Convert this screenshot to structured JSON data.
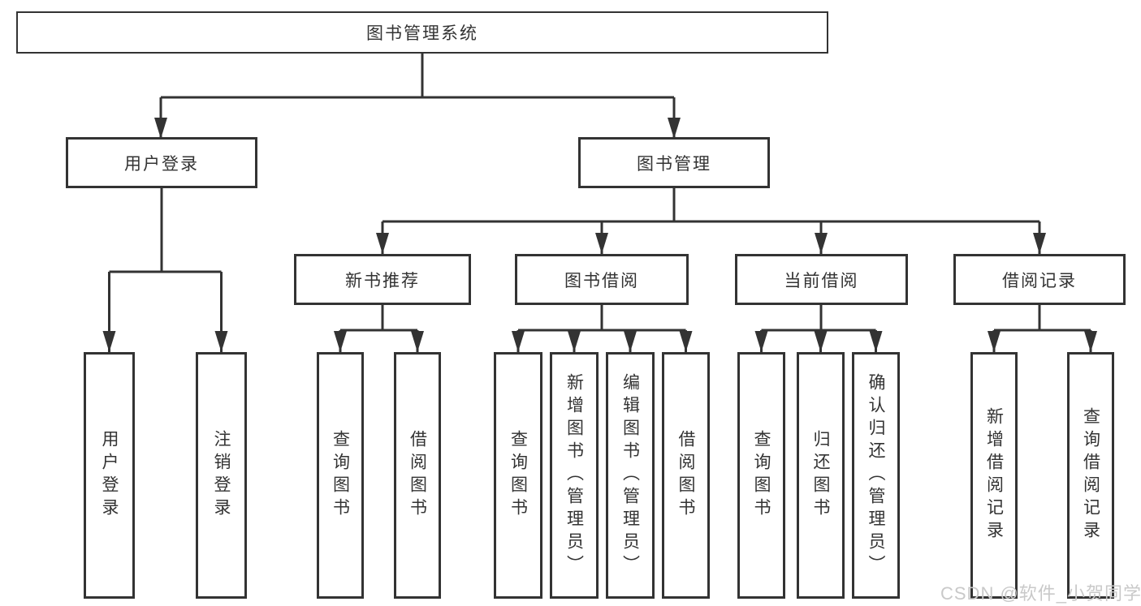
{
  "nodes": {
    "root": "图书管理系统",
    "user_login": "用户登录",
    "book_management": "图书管理",
    "new_book_recommend": "新书推荐",
    "book_borrow": "图书借阅",
    "current_borrow": "当前借阅",
    "borrow_records": "借阅记录",
    "leaf_user_login": "用户登录",
    "leaf_logout": "注销登录",
    "nb_query_books": "查询图书",
    "nb_borrow_books": "借阅图书",
    "bb_query_books": "查询图书",
    "bb_add_books_admin": "新增图书（管理员）",
    "bb_edit_books_admin": "编辑图书（管理员）",
    "bb_borrow_books": "借阅图书",
    "cb_query_books": "查询图书",
    "cb_return_books": "归还图书",
    "cb_confirm_return_admin": "确认归还（管理员）",
    "br_add_record": "新增借阅记录",
    "br_query_record": "查询借阅记录"
  },
  "watermark": "CSDN @软件_小贺同学",
  "colors": {
    "line": "#333333",
    "text": "#333333",
    "box_background": "#ffffff",
    "watermark": "#c9c9c9"
  }
}
